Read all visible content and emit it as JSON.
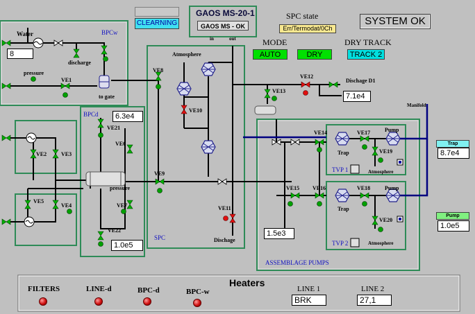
{
  "header": {
    "blank_button": "",
    "clearning_button": "CLEARNING",
    "gaos_title": "GAOS MS-20-1",
    "gaos_status": "GAOS MS - OK",
    "gaos_in": "in",
    "gaos_out": "out",
    "spc_state_label": "SPC state",
    "spc_state_value": "Err/Termodat/0Ch",
    "system_status": "SYSTEM OK",
    "mode_label": "MODE",
    "mode_value": "AUTO",
    "dry_label": "DRY",
    "dry_track_label": "DRY TRACK",
    "track_value": "TRACK  2"
  },
  "bpcw": {
    "title": "BPCw",
    "water_label": "Water",
    "water_value": "8",
    "discharge_label": "discharge",
    "pressure_label": "pressure",
    "ve1_label": "VE1",
    "to_gate_label": "to gate"
  },
  "bpcd": {
    "title": "BPCd",
    "value_top": "6.3e4",
    "ve21": "VE21",
    "ve6": "VE6",
    "pressure_label": "pressure",
    "ve7": "VE7",
    "ve22": "VE22",
    "value_bottom": "1.0e5"
  },
  "left_group": {
    "ve2": "VE2",
    "ve3": "VE3",
    "ve5": "VE5",
    "ve4": "VE4"
  },
  "spc": {
    "title": "SPC",
    "atmosphere_label": "Atmosphere",
    "ve8": "VE8",
    "ve10": "VE10",
    "ve9": "VE9",
    "ve11": "VE11",
    "discharge_label": "Dischage"
  },
  "discharge_line": {
    "ve12": "VE12",
    "label": "Dischage D1",
    "value": "7.1e4",
    "ve13": "VE13",
    "manifold_label": "Manifold"
  },
  "pumps": {
    "title": "ASSEMBLAGE PUMPS",
    "ve14": "VE14",
    "ve15": "VE15",
    "ve16": "VE16",
    "value": "1.5e3",
    "tvp1": {
      "title": "TVP 1",
      "ve17": "VE17",
      "ve19": "VE19",
      "trap_label": "Trap",
      "pump_label": "Pump",
      "atmosphere_label": "Atmosphere"
    },
    "tvp2": {
      "title": "TVP 2",
      "ve18": "VE18",
      "ve20": "VE20",
      "trap_label": "Trap",
      "pump_label": "Pump",
      "atmosphere_label": "Atmosphere"
    }
  },
  "right_readouts": {
    "trap_label": "Trap",
    "trap_value": "8.7e4",
    "pump_label": "Pump",
    "pump_value": "1.0e5"
  },
  "heaters": {
    "title": "Heaters",
    "filters": "FILTERS",
    "line_d": "LINE-d",
    "bpc_d": "BPC-d",
    "bpc_w": "BPC-w",
    "line1_label": "LINE 1",
    "line1_value": "BRK",
    "line2_label": "LINE 2",
    "line2_value": "27,1"
  },
  "colors": {
    "background": "#c0c0c0",
    "panel_border": "#2e8b57",
    "pipe_black": "#000000",
    "pipe_navy": "#000080",
    "valve_green": "#00a000",
    "valve_red": "#d01010",
    "mode_green": "#00e000",
    "track_cyan": "#00e0e0",
    "lamp_red": "#d01010"
  }
}
